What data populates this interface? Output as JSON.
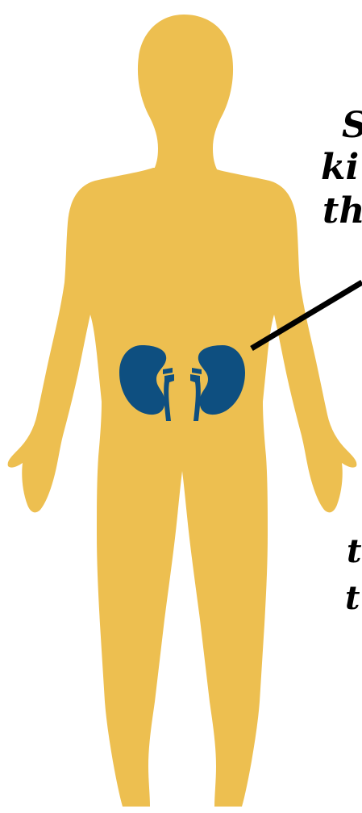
{
  "callout_lines": [
    "S",
    "ki",
    "th"
  ],
  "lower_lines": [
    "t",
    "t"
  ],
  "colors": {
    "body": "#EDBF50",
    "kidney": "#0E4F80",
    "pointer": "#000000",
    "background": "#FFFFFF"
  }
}
